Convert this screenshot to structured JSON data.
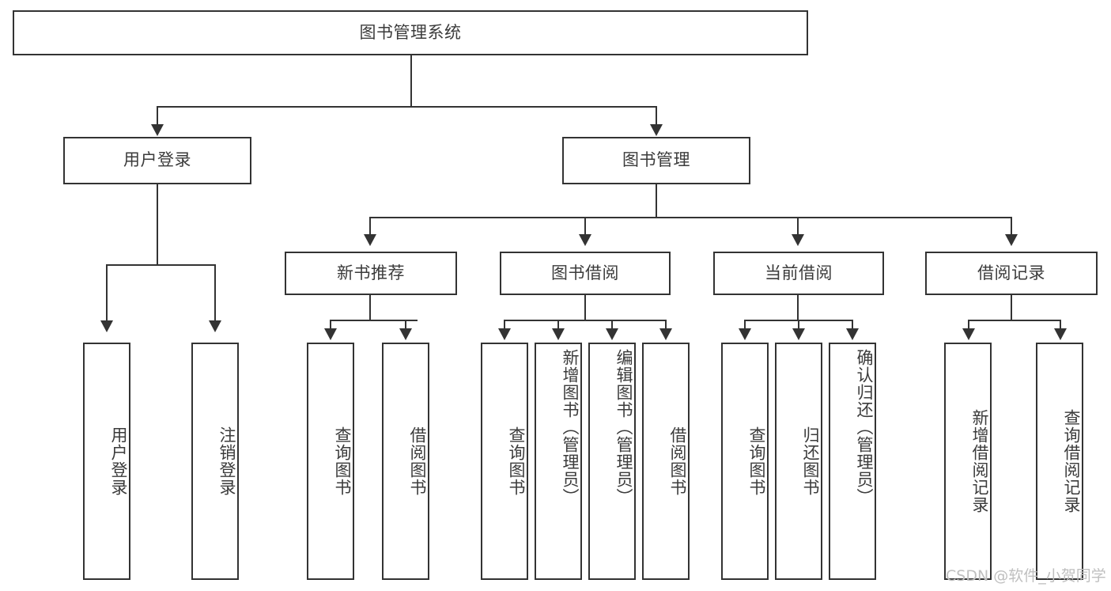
{
  "diagram": {
    "title": "图书管理系统",
    "root": {
      "label": "图书管理系统"
    },
    "level1": [
      {
        "label": "用户登录"
      },
      {
        "label": "图书管理"
      }
    ],
    "level2": [
      {
        "label": "新书推荐"
      },
      {
        "label": "图书借阅"
      },
      {
        "label": "当前借阅"
      },
      {
        "label": "借阅记录"
      }
    ],
    "leaves": {
      "user_login": [
        {
          "label": "用户登录"
        },
        {
          "label": "注销登录"
        }
      ],
      "new_book_recommend": [
        {
          "label": "查询图书"
        },
        {
          "label": "借阅图书"
        }
      ],
      "book_borrow": [
        {
          "label": "查询图书"
        },
        {
          "label": "新增图书（管理员）"
        },
        {
          "label": "编辑图书（管理员）"
        },
        {
          "label": "借阅图书"
        }
      ],
      "current_borrow": [
        {
          "label": "查询图书"
        },
        {
          "label": "归还图书"
        },
        {
          "label": "确认归还（管理员）"
        }
      ],
      "borrow_record": [
        {
          "label": "新增借阅记录"
        },
        {
          "label": "查询借阅记录"
        }
      ]
    }
  },
  "watermark": {
    "text": "CSDN @软件_小贺同学"
  },
  "colors": {
    "stroke": "#333333",
    "text": "#3b3b3b",
    "background": "#ffffff",
    "watermark": "#bfbfbf"
  }
}
